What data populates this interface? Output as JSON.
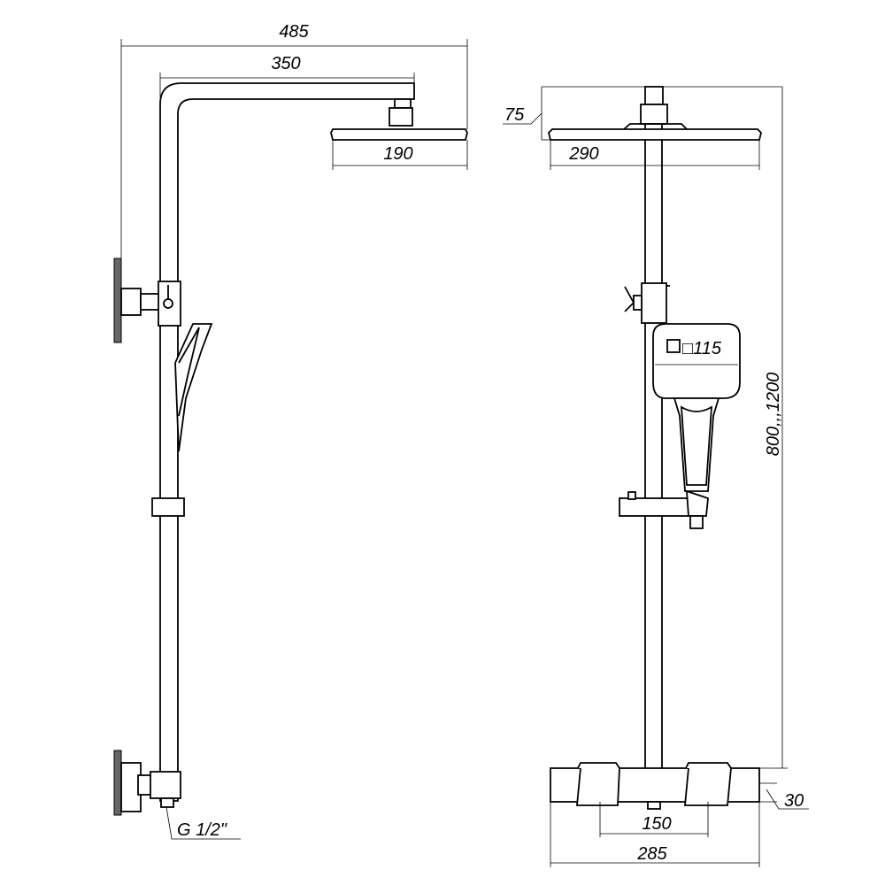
{
  "dimensions": {
    "overall_width": "485",
    "arm_length": "350",
    "head_side": "190",
    "head_height": "75",
    "head_front": "290",
    "hand_shower": "□115",
    "height_range": "800,,,1200",
    "mixer_height": "30",
    "mixer_spacing": "150",
    "mixer_width": "285",
    "connection": "G 1/2\""
  }
}
